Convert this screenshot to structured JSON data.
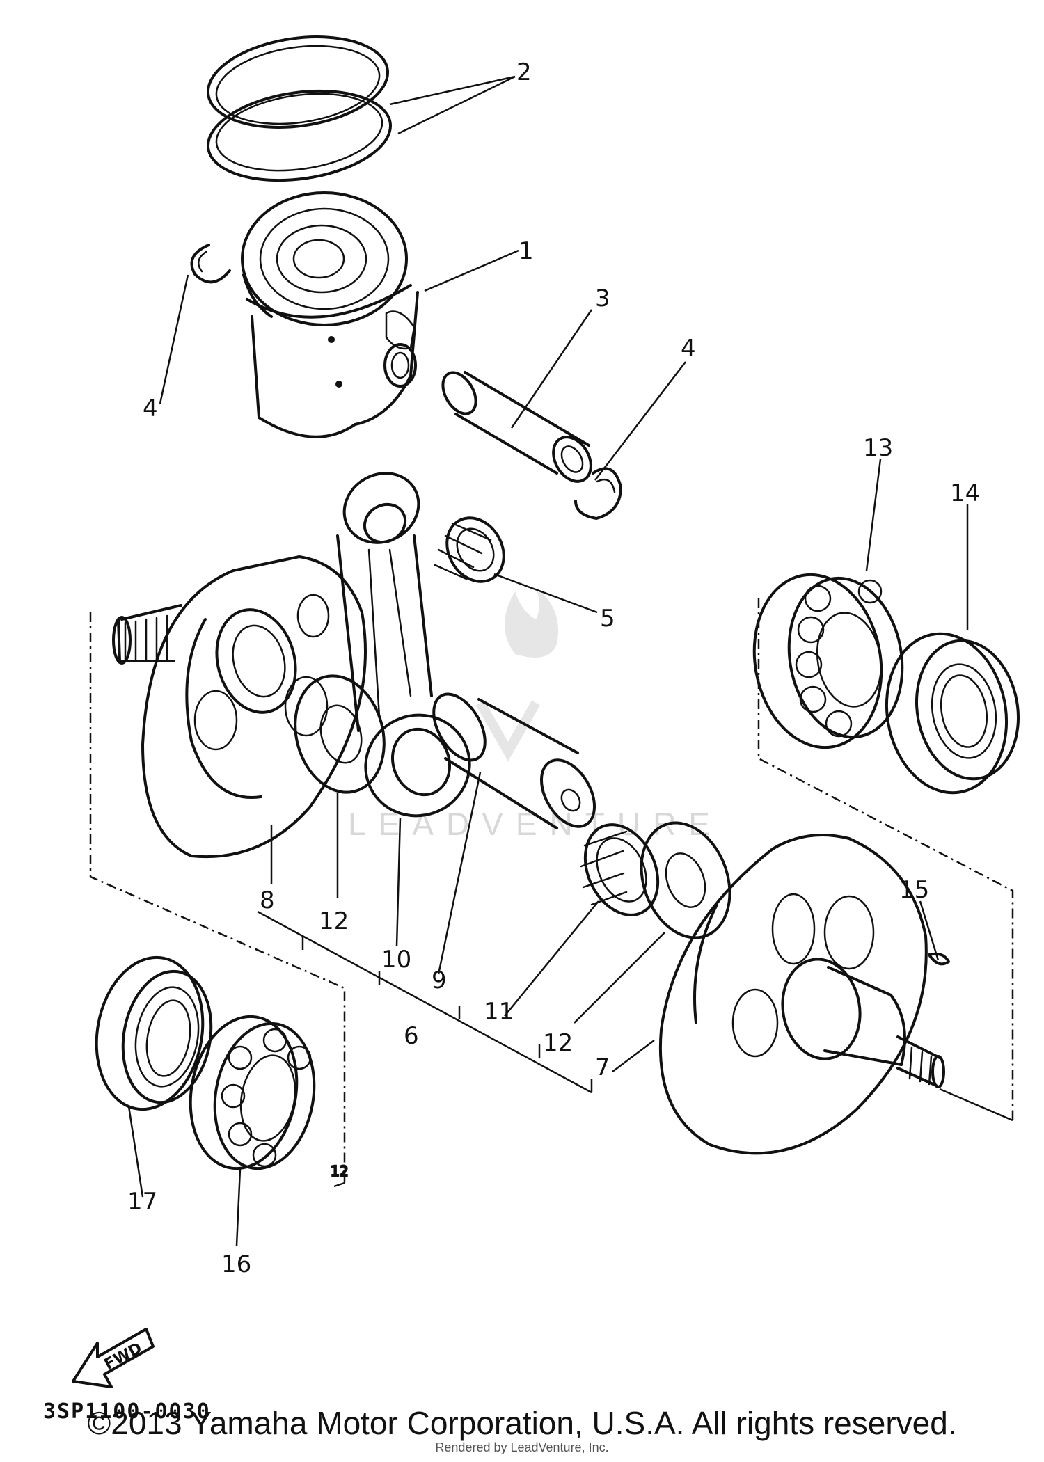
{
  "diagram": {
    "part_numbers": {
      "p1": "1",
      "p2": "2",
      "p3": "3",
      "p4a": "4",
      "p4b": "4",
      "p5": "5",
      "p6": "6",
      "p7": "7",
      "p8": "8",
      "p9": "9",
      "p10": "10",
      "p11": "11",
      "p12a": "12",
      "p12b": "12",
      "p12c": "12",
      "p13": "13",
      "p14": "14",
      "p15": "15",
      "p16": "16",
      "p17": "17"
    },
    "direction_label": "FWD",
    "diagram_code": "3SP1100-0030",
    "watermark": "LEADVENTURE",
    "copyright": "©2013 Yamaha Motor Corporation, U.S.A. All rights reserved.",
    "rendered_by": "Rendered by LeadVenture, Inc."
  }
}
